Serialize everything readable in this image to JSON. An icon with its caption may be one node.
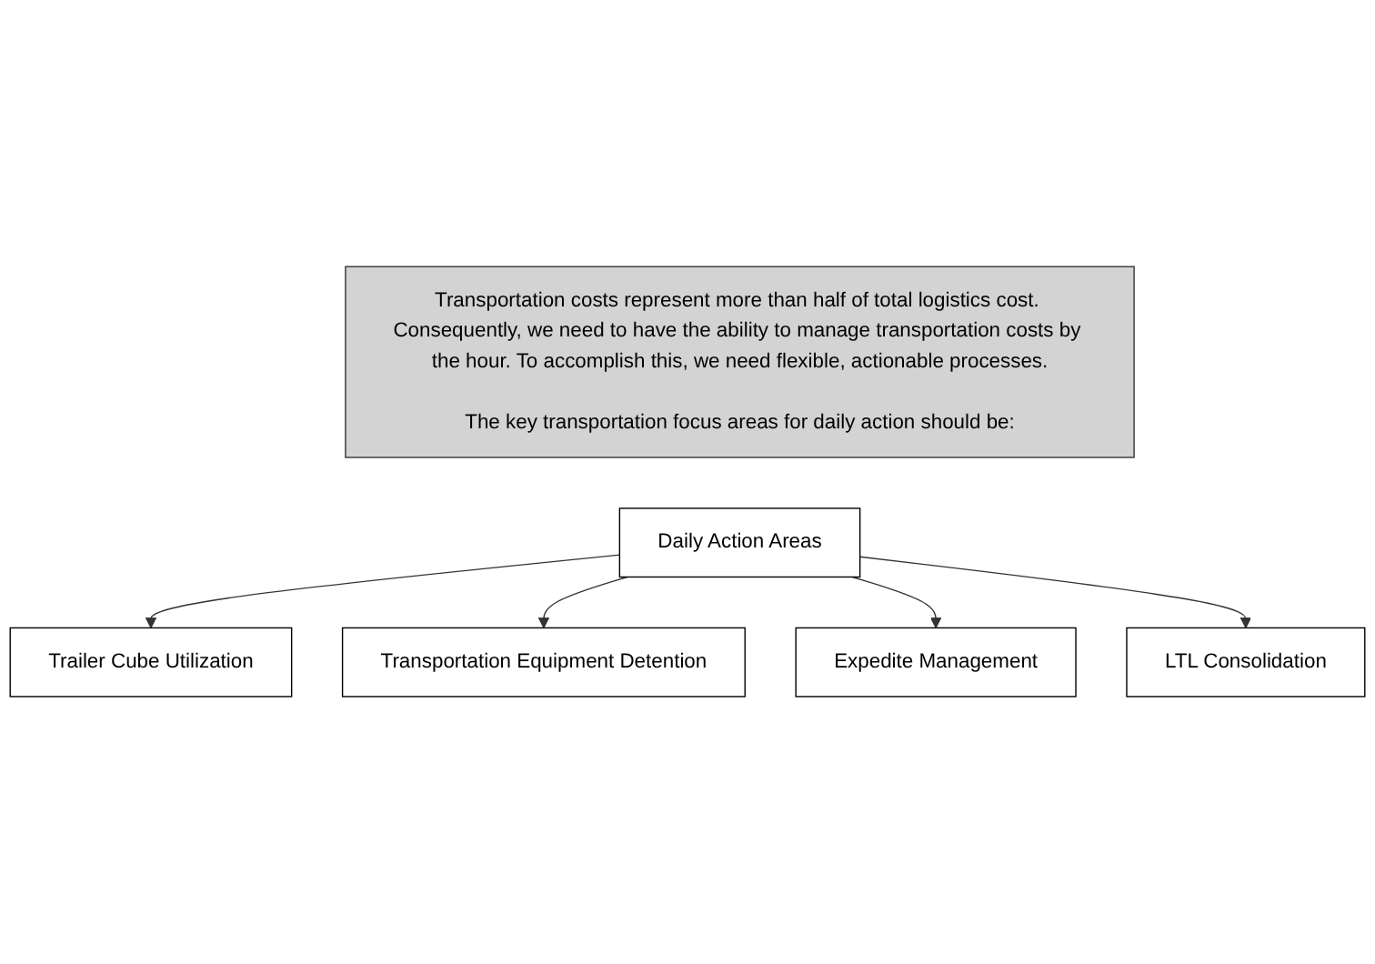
{
  "diagram": {
    "nodes": [
      {
        "text": [
          "Transportation costs represent more than half of total logistics cost. Consequently, we need to have the ability to manage transportation costs by the hour. To accomplish this, we need flexible, actionable processes.",
          "The key transportation focus areas for daily action should be:"
        ]
      },
      {
        "text": [
          "Trailer Cube Utilization"
        ]
      },
      {
        "text": [
          "Transportation Equipment Detention"
        ]
      },
      {
        "text": [
          "Daily Action Areas"
        ]
      },
      {
        "text": [
          "Expedite Management"
        ]
      },
      {
        "text": [
          "LTL Consolidation"
        ]
      }
    ],
    "edges": [
      {
        "from": 3,
        "to": 1,
        "arrow": "to"
      },
      {
        "from": 3,
        "to": 2,
        "arrow": "to"
      },
      {
        "from": 3,
        "to": 4,
        "arrow": "to"
      },
      {
        "from": 3,
        "to": 5,
        "arrow": "to"
      }
    ]
  }
}
